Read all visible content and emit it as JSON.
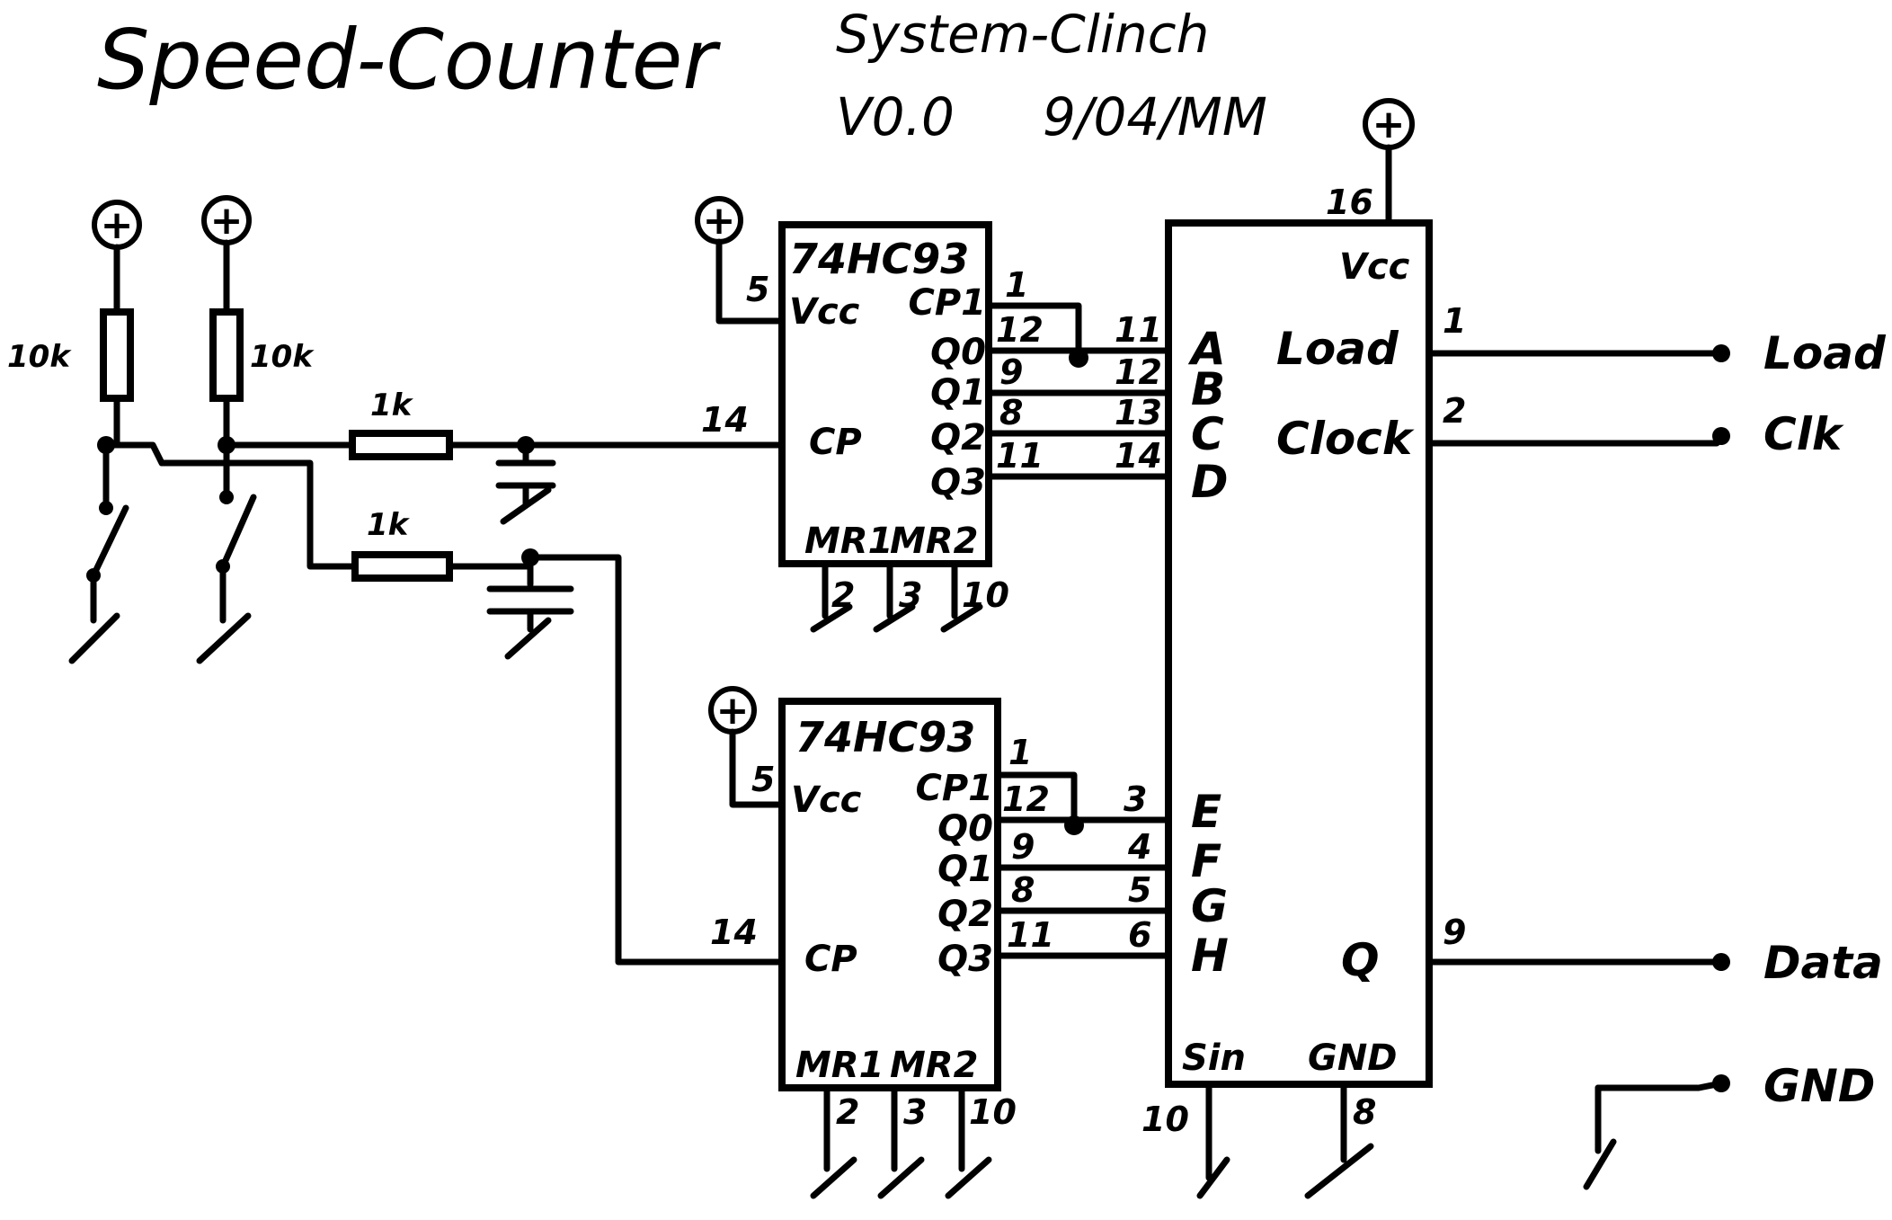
{
  "title": "Speed-Counter",
  "subtitle": "System-Clinch",
  "version": "V0.0",
  "date": "9/04/MM",
  "supply_symbol": "+",
  "resistors": {
    "pullup_left": "10k",
    "pullup_right": "10k",
    "series_top": "1k",
    "series_bottom": "1k"
  },
  "counter_top": {
    "name": "74HC93",
    "labels": {
      "vcc": "Vcc",
      "cp1": "CP1",
      "q0": "Q0",
      "q1": "Q1",
      "q2": "Q2",
      "q3": "Q3",
      "cp": "CP",
      "mr1": "MR1",
      "mr2": "MR2"
    },
    "pins": {
      "vcc": "5",
      "cp1": "1",
      "q0": "12",
      "q1": "9",
      "q2": "8",
      "q3": "11",
      "cp": "14",
      "mr1": "2",
      "mr2": "3",
      "gnd": "10"
    }
  },
  "counter_bottom": {
    "name": "74HC93",
    "labels": {
      "vcc": "Vcc",
      "cp1": "CP1",
      "q0": "Q0",
      "q1": "Q1",
      "q2": "Q2",
      "q3": "Q3",
      "cp": "CP",
      "mr1": "MR1",
      "mr2": "MR2"
    },
    "pins": {
      "vcc": "5",
      "cp1": "1",
      "q0": "12",
      "q1": "9",
      "q2": "8",
      "q3": "11",
      "cp": "14",
      "mr1": "2",
      "mr2": "3",
      "gnd": "10"
    }
  },
  "shift_register": {
    "labels": {
      "vcc": "Vcc",
      "load": "Load",
      "clock": "Clock",
      "q": "Q",
      "sin": "Sin",
      "gnd": "GND",
      "a": "A",
      "b": "B",
      "c": "C",
      "d": "D",
      "e": "E",
      "f": "F",
      "g": "G",
      "h": "H"
    },
    "pins": {
      "vcc": "16",
      "load": "1",
      "clock": "2",
      "q": "9",
      "sin": "10",
      "gnd": "8",
      "a": "11",
      "b": "12",
      "c": "13",
      "d": "14",
      "e": "3",
      "f": "4",
      "g": "5",
      "h": "6"
    }
  },
  "outputs": {
    "load": "Load",
    "clk": "Clk",
    "data": "Data",
    "gnd": "GND"
  }
}
